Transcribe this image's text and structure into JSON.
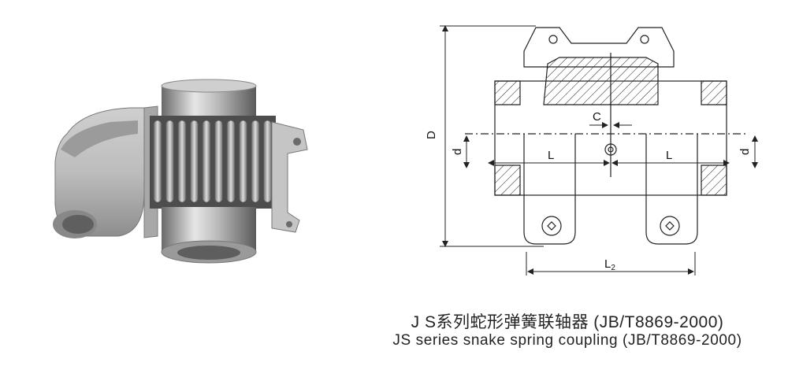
{
  "caption": {
    "zh": "J S系列蛇形弹簧联轴器 (JB/T8869-2000)",
    "en": "JS series snake spring coupling (JB/T8869-2000)"
  },
  "dimensions": {
    "D": "D",
    "d_left": "d",
    "d_right": "d",
    "C": "C",
    "L_left": "L",
    "L_right": "L",
    "L2_main": "L",
    "L2_sub": "2"
  },
  "colors": {
    "metal_light": "#d8d8d8",
    "metal_mid": "#a9a9a9",
    "metal_dark": "#5e5e5e",
    "line": "#222222"
  }
}
